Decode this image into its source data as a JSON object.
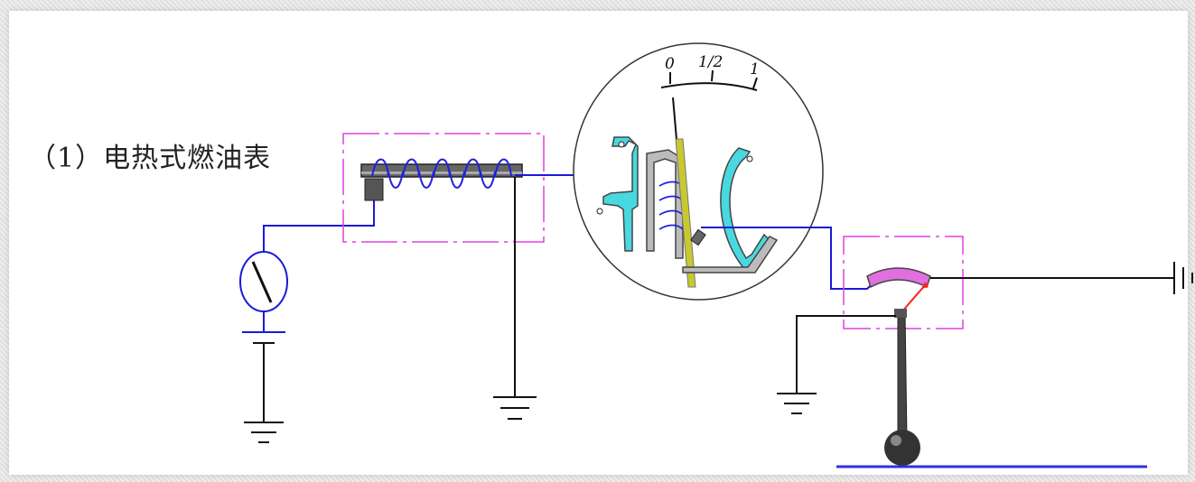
{
  "caption": "（1）电热式燃油表",
  "gauge": {
    "scale_labels": [
      "0",
      "1/2",
      "1"
    ]
  },
  "colors": {
    "wire": "#1a1ad6",
    "dash_box": "#e040e0",
    "spring": "#4040e0",
    "bimetal": "#48d8e0",
    "needle": "#c8c830",
    "resistor": "#e070e0",
    "float_line": "#3030e0",
    "slider": "#ff2020"
  }
}
